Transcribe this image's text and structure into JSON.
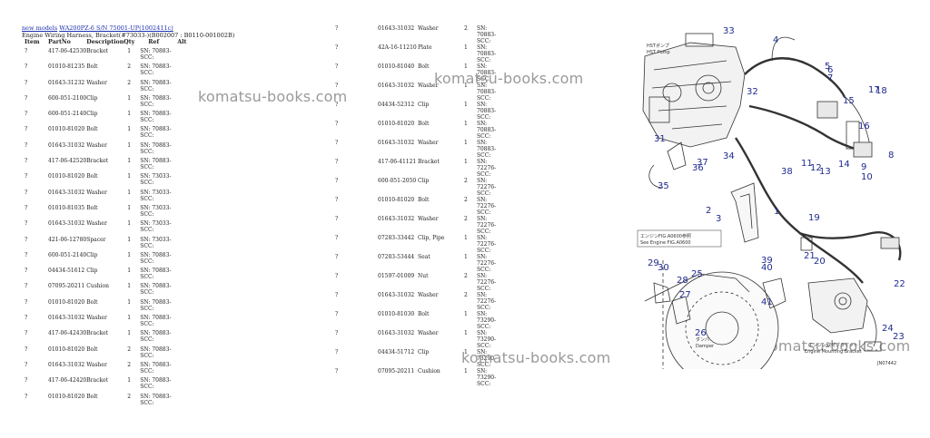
{
  "header": {
    "breadcrumb_1": "new models",
    "breadcrumb_2": "WA200PZ-6 S/N 75001-UP(1002411c)",
    "subtitle": "Engine Wiring Harness, Bracket(#73033-)(B002007 : B0110-001002B)"
  },
  "columns": [
    "Item",
    "PartNo",
    "Description",
    "Qty",
    "Ref",
    "Alt"
  ],
  "left_rows": [
    {
      "item": "?",
      "part": "417-06-42530",
      "desc": "Bracket",
      "qty": "1",
      "ref": "SN: 70883-SCC:"
    },
    {
      "item": "?",
      "part": "01010-81235",
      "desc": "Bolt",
      "qty": "2",
      "ref": "SN: 70883-SCC:"
    },
    {
      "item": "?",
      "part": "01643-31232",
      "desc": "Washer",
      "qty": "2",
      "ref": "SN: 70883-SCC:"
    },
    {
      "item": "?",
      "part": "600-051-2100",
      "desc": "Clip",
      "qty": "1",
      "ref": "SN: 70883-SCC:"
    },
    {
      "item": "?",
      "part": "600-051-2140",
      "desc": "Clip",
      "qty": "1",
      "ref": "SN: 70883-SCC:"
    },
    {
      "item": "?",
      "part": "01010-81020",
      "desc": "Bolt",
      "qty": "1",
      "ref": "SN: 70883-SCC:"
    },
    {
      "item": "?",
      "part": "01643-31032",
      "desc": "Washer",
      "qty": "1",
      "ref": "SN: 70883-SCC:"
    },
    {
      "item": "?",
      "part": "417-06-42520",
      "desc": "Bracket",
      "qty": "1",
      "ref": "SN: 70883-SCC:"
    },
    {
      "item": "?",
      "part": "01010-81020",
      "desc": "Bolt",
      "qty": "1",
      "ref": "SN: 73033-SCC:"
    },
    {
      "item": "?",
      "part": "01643-31032",
      "desc": "Washer",
      "qty": "1",
      "ref": "SN: 73033-SCC:"
    },
    {
      "item": "?",
      "part": "01010-81035",
      "desc": "Bolt",
      "qty": "1",
      "ref": "SN: 73033-SCC:"
    },
    {
      "item": "?",
      "part": "01643-31032",
      "desc": "Washer",
      "qty": "1",
      "ref": "SN: 73033-SCC:"
    },
    {
      "item": "?",
      "part": "421-06-12780",
      "desc": "Spacer",
      "qty": "1",
      "ref": "SN: 73033-SCC:"
    },
    {
      "item": "?",
      "part": "600-051-2140",
      "desc": "Clip",
      "qty": "1",
      "ref": "SN: 70883-SCC:"
    },
    {
      "item": "?",
      "part": "04434-51612",
      "desc": "Clip",
      "qty": "1",
      "ref": "SN: 70883-SCC:"
    },
    {
      "item": "?",
      "part": "07095-20211",
      "desc": "Cushion",
      "qty": "1",
      "ref": "SN: 70883-SCC:"
    },
    {
      "item": "?",
      "part": "01010-81020",
      "desc": "Bolt",
      "qty": "1",
      "ref": "SN: 70883-SCC:"
    },
    {
      "item": "?",
      "part": "01643-31032",
      "desc": "Washer",
      "qty": "1",
      "ref": "SN: 70883-SCC:"
    },
    {
      "item": "?",
      "part": "417-06-42430",
      "desc": "Bracket",
      "qty": "1",
      "ref": "SN: 70883-SCC:"
    },
    {
      "item": "?",
      "part": "01010-81020",
      "desc": "Bolt",
      "qty": "2",
      "ref": "SN: 70883-SCC:"
    },
    {
      "item": "?",
      "part": "01643-31032",
      "desc": "Washer",
      "qty": "2",
      "ref": "SN: 70883-SCC:"
    },
    {
      "item": "?",
      "part": "417-06-42420",
      "desc": "Bracket",
      "qty": "1",
      "ref": "SN: 70883-SCC:"
    },
    {
      "item": "?",
      "part": "01010-81020",
      "desc": "Bolt",
      "qty": "2",
      "ref": "SN: 70883-SCC:"
    }
  ],
  "right_rows": [
    {
      "item": "?",
      "part": "01643-31032",
      "desc": "Washer",
      "qty": "2",
      "ref": "SN: 70883-SCC:"
    },
    {
      "item": "?",
      "part": "42A-16-11210",
      "desc": "Plate",
      "qty": "1",
      "ref": "SN: 70883-SCC:"
    },
    {
      "item": "?",
      "part": "01010-81040",
      "desc": "Bolt",
      "qty": "1",
      "ref": "SN: 70883-SCC:"
    },
    {
      "item": "?",
      "part": "01643-31032",
      "desc": "Washer",
      "qty": "1",
      "ref": "SN: 70883-SCC:"
    },
    {
      "item": "?",
      "part": "04434-52312",
      "desc": "Clip",
      "qty": "1",
      "ref": "SN: 70883-SCC:"
    },
    {
      "item": "?",
      "part": "01010-81020",
      "desc": "Bolt",
      "qty": "1",
      "ref": "SN: 70883-SCC:"
    },
    {
      "item": "?",
      "part": "01643-31032",
      "desc": "Washer",
      "qty": "1",
      "ref": "SN: 70883-SCC:"
    },
    {
      "item": "?",
      "part": "417-06-41121",
      "desc": "Bracket",
      "qty": "1",
      "ref": "SN: 72276-SCC:"
    },
    {
      "item": "?",
      "part": "600-051-2050",
      "desc": "Clip",
      "qty": "2",
      "ref": "SN: 72276-SCC:"
    },
    {
      "item": "?",
      "part": "01010-81020",
      "desc": "Bolt",
      "qty": "2",
      "ref": "SN: 72276-SCC:"
    },
    {
      "item": "?",
      "part": "01643-31032",
      "desc": "Washer",
      "qty": "2",
      "ref": "SN: 72276-SCC:"
    },
    {
      "item": "?",
      "part": "07283-33442",
      "desc": "Clip, Pipe",
      "qty": "1",
      "ref": "SN: 72276-SCC:"
    },
    {
      "item": "?",
      "part": "07283-53444",
      "desc": "Seat",
      "qty": "1",
      "ref": "SN: 72276-SCC:"
    },
    {
      "item": "?",
      "part": "01597-01009",
      "desc": "Nut",
      "qty": "2",
      "ref": "SN: 72276-SCC:"
    },
    {
      "item": "?",
      "part": "01643-31032",
      "desc": "Washer",
      "qty": "2",
      "ref": "SN: 72276-SCC:"
    },
    {
      "item": "?",
      "part": "01010-81030",
      "desc": "Bolt",
      "qty": "1",
      "ref": "SN: 73290-SCC:"
    },
    {
      "item": "?",
      "part": "01643-31032",
      "desc": "Washer",
      "qty": "1",
      "ref": "SN: 73290-SCC:"
    },
    {
      "item": "?",
      "part": "04434-51712",
      "desc": "Clip",
      "qty": "1",
      "ref": "SN: 73290-SCC:"
    },
    {
      "item": "?",
      "part": "07095-20211",
      "desc": "Cushion",
      "qty": "1",
      "ref": "SN: 73290-SCC:"
    }
  ],
  "watermark": "komatsu-books.com",
  "diagram": {
    "callouts": [
      "1",
      "2",
      "3",
      "4",
      "5",
      "6",
      "7",
      "8",
      "9",
      "10",
      "11",
      "12",
      "13",
      "14",
      "15",
      "16",
      "17",
      "18",
      "19",
      "20",
      "21",
      "22",
      "23",
      "24",
      "25",
      "26",
      "27",
      "28",
      "29",
      "30",
      "31",
      "32",
      "33",
      "34",
      "35",
      "36",
      "37",
      "38",
      "39",
      "40",
      "41"
    ],
    "labels": {
      "pump_jp": "HSTポンプ",
      "pump_en": "HST Pump",
      "see_engine_jp": "エンジンFIG.A0600参照",
      "see_engine_en": "See Engine FIG.A0600",
      "damper_jp": "ダンパ",
      "damper_en": "Damper",
      "mount_jp": "エンジン取付ブラケット",
      "mount_en": "Engine Mounting Bracket",
      "drawing_no": "JN07442"
    }
  },
  "colors": {
    "link": "#1a2fb0",
    "callout": "#1f2a8f",
    "watermark": "#9a9a9a"
  }
}
